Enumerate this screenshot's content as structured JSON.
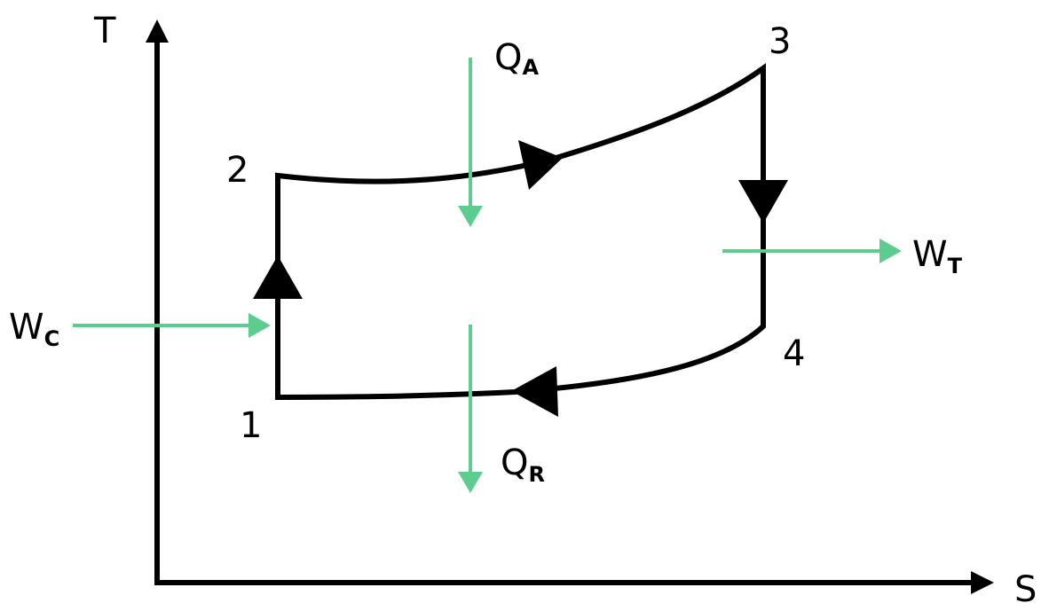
{
  "axes": {
    "x_label": "S",
    "y_label": "T"
  },
  "states": {
    "p1": "1",
    "p2": "2",
    "p3": "3",
    "p4": "4"
  },
  "energy": {
    "heat_added": {
      "main": "Q",
      "sub": "A"
    },
    "heat_rejected": {
      "main": "Q",
      "sub": "R"
    },
    "work_compressor": {
      "main": "W",
      "sub": "C"
    },
    "work_turbine": {
      "main": "W",
      "sub": "T"
    }
  },
  "colors": {
    "cycle": "#000000",
    "energy_arrows": "#5ccc8f"
  }
}
